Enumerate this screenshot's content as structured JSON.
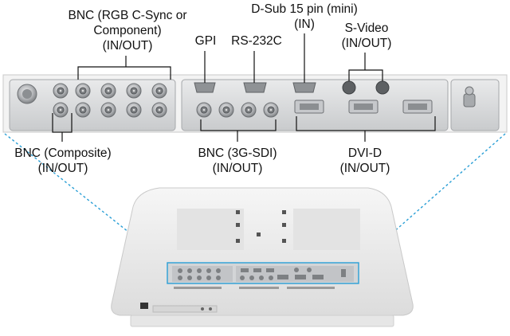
{
  "labels": {
    "bnc_rgb_line1": "BNC (RGB C-Sync or",
    "bnc_rgb_line2": "Component)",
    "bnc_rgb_line3": "(IN/OUT)",
    "gpi": "GPI",
    "rs232c": "RS-232C",
    "dsub_line1": "D-Sub 15 pin (mini)",
    "dsub_line2": "(IN)",
    "svideo_line1": "S-Video",
    "svideo_line2": "(IN/OUT)",
    "bnc_composite_line1": "BNC (Composite)",
    "bnc_composite_line2": "(IN/OUT)",
    "bnc_3gsdi_line1": "BNC (3G-SDI)",
    "bnc_3gsdi_line2": "(IN/OUT)",
    "dvid_line1": "DVI-D",
    "dvid_line2": "(IN/OUT)"
  },
  "colors": {
    "callout_lines": "#2a9fd6",
    "panel": "#d9dadc",
    "panel_dark": "#b9bbbe",
    "connector": "#9ea1a4",
    "monitor_body": "#eeeeee"
  }
}
